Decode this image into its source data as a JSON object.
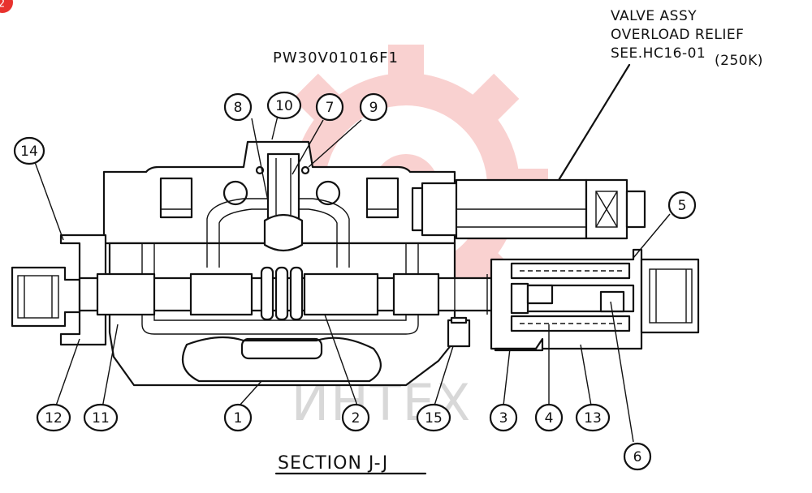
{
  "drawing": {
    "part_number": "PW30V01016F1",
    "section_label": "SECTION J-J",
    "callout": {
      "line1": "VALVE ASSY",
      "line2": "OVERLOAD RELIEF",
      "line3": "SEE.HC16-01",
      "line3_suffix": "(250K)"
    },
    "watermark": "ИНТЕХ",
    "corner_badge": "2",
    "colors": {
      "ink": "#111111",
      "watermark": "#e8322e",
      "watermark_text": "#b9b9b9"
    }
  },
  "labels": [
    {
      "id": "b1",
      "text": "1"
    },
    {
      "id": "b2",
      "text": "2"
    },
    {
      "id": "b3",
      "text": "3"
    },
    {
      "id": "b4",
      "text": "4"
    },
    {
      "id": "b5",
      "text": "5"
    },
    {
      "id": "b6",
      "text": "6"
    },
    {
      "id": "b7",
      "text": "7"
    },
    {
      "id": "b8",
      "text": "8"
    },
    {
      "id": "b9",
      "text": "9"
    },
    {
      "id": "b10",
      "text": "10"
    },
    {
      "id": "b11",
      "text": "11"
    },
    {
      "id": "b12",
      "text": "12"
    },
    {
      "id": "b13",
      "text": "13"
    },
    {
      "id": "b14",
      "text": "14"
    },
    {
      "id": "b15",
      "text": "15"
    }
  ]
}
